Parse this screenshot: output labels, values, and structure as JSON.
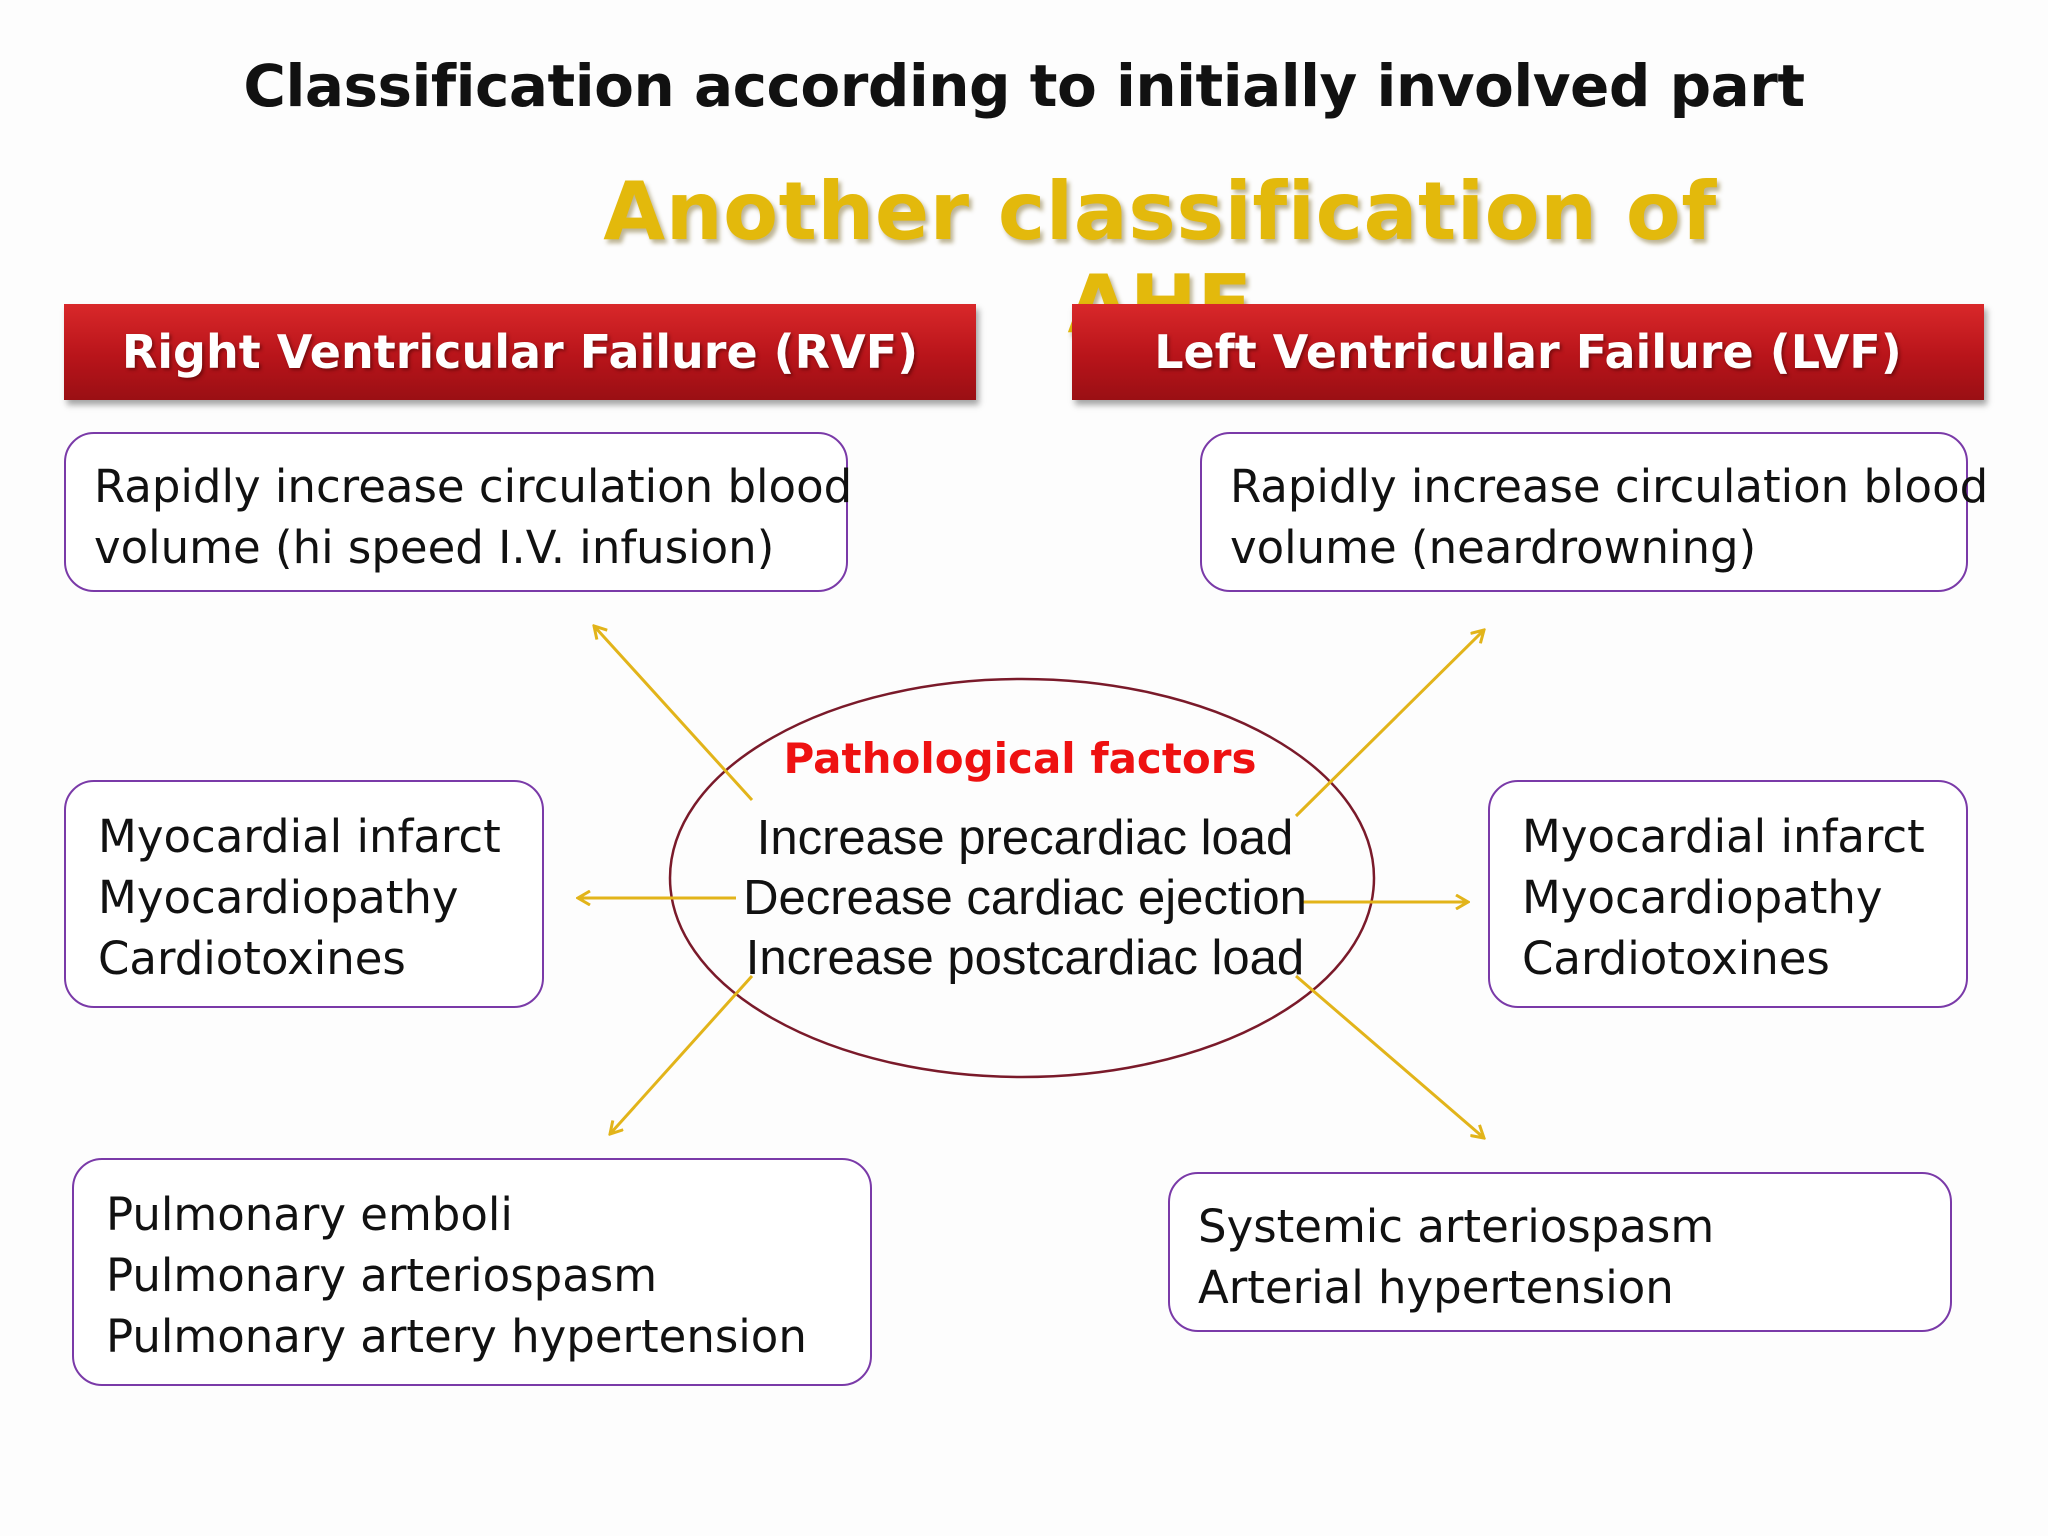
{
  "title": "Classification according to initially involved part",
  "subtitle": "Another classification of AHF",
  "banners": {
    "rvf": "Right Ventricular Failure (RVF)",
    "lvf": "Left Ventricular Failure (LVF)"
  },
  "center": {
    "title": "Pathological factors",
    "lines": [
      "Increase precardiac load",
      "Decrease cardiac ejection",
      "Increase postcardiac load"
    ]
  },
  "boxes": {
    "rvf_volume": [
      "Rapidly increase circulation blood",
      "volume (hi speed I.V. infusion)"
    ],
    "lvf_volume": [
      "Rapidly increase circulation blood",
      "volume (neardrowning)"
    ],
    "rvf_myocardial": [
      "Myocardial infarct",
      "Myocardiopathy",
      "Cardiotoxines"
    ],
    "lvf_myocardial": [
      "Myocardial infarct",
      "Myocardiopathy",
      "Cardiotoxines"
    ],
    "rvf_pulmonary": [
      "Pulmonary emboli",
      "Pulmonary arteriospasm",
      "Pulmonary artery hypertension"
    ],
    "lvf_systemic": [
      "Systemic arteriospasm",
      "Arterial hypertension"
    ]
  },
  "colors": {
    "banner_red": "#c0161c",
    "subtitle_gold": "#e3b90c",
    "box_border": "#7a3aa8",
    "ellipse_border": "#7a1a2a",
    "arrow": "#e2b41a",
    "center_title": "#ee1111"
  }
}
